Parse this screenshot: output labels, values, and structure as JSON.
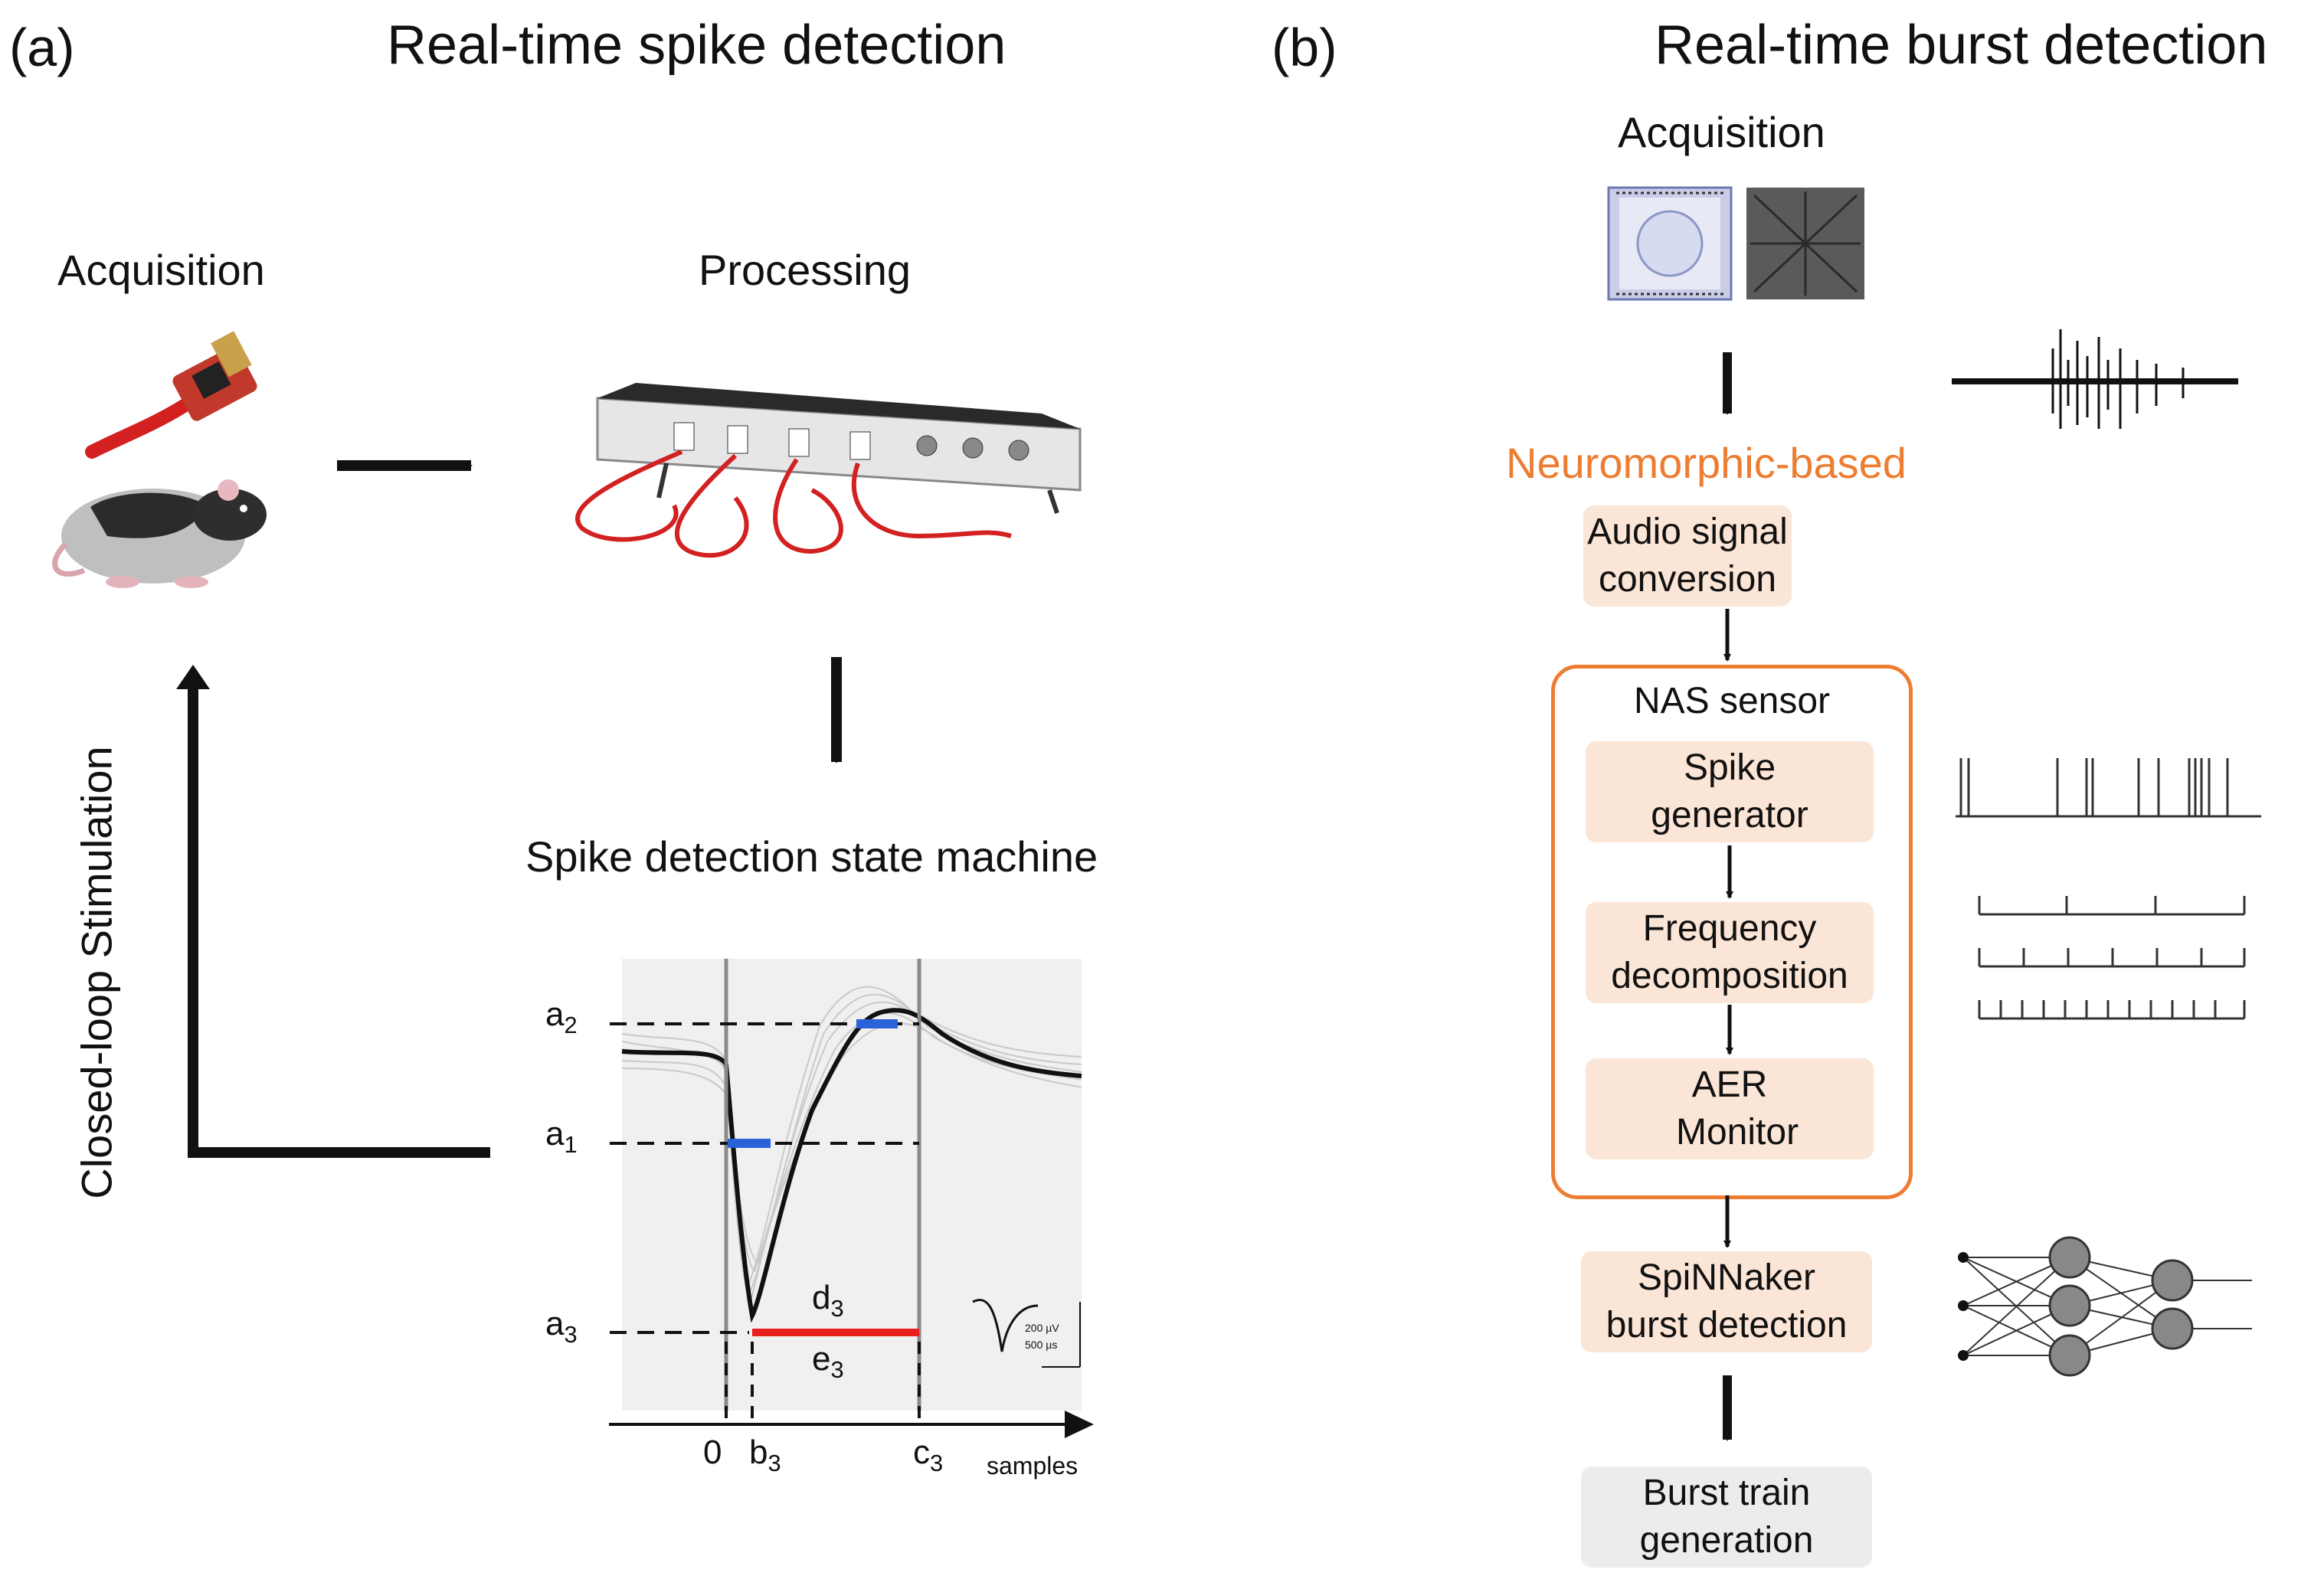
{
  "panel_a": {
    "label": "(a)",
    "title": "Real-time spike detection",
    "acquisition": "Acquisition",
    "processing": "Processing",
    "state_machine_title": "Spike detection state machine",
    "loop_label": "Closed-loop Stimulation",
    "plot": {
      "a2": "a2",
      "a1": "a1",
      "a3": "a3",
      "d3": "d3",
      "e3": "e3",
      "tick_0": "0",
      "tick_b3": "b3",
      "tick_c3": "c3",
      "x_label": "samples",
      "scale_uv": "200 µV",
      "scale_us": "500 µs"
    }
  },
  "panel_b": {
    "label": "(b)",
    "title": "Real-time burst detection",
    "acquisition": "Acquisition",
    "neuromorphic": "Neuromorphic-based",
    "audio_conversion": "Audio signal conversion",
    "nas_sensor": "NAS sensor",
    "spike_generator": "Spike generator",
    "frequency_decomposition": "Frequency decomposition",
    "aer_monitor": "AER Monitor",
    "spinnaker": "SpiNNaker burst detection",
    "burst_train": "Burst train generation"
  },
  "colors": {
    "accent_orange": "#ed7d31",
    "box_orange": "#fbe5d6",
    "box_grey": "#ececec",
    "threshold_blue": "#2962d9",
    "duration_red": "#e8201c",
    "cable_red": "#d32020"
  },
  "icons": [
    "rat-icon",
    "headstage-icon",
    "amplifier-rack-icon",
    "mea-chip-icon",
    "mea-grid-icon",
    "neural-network-icon"
  ]
}
